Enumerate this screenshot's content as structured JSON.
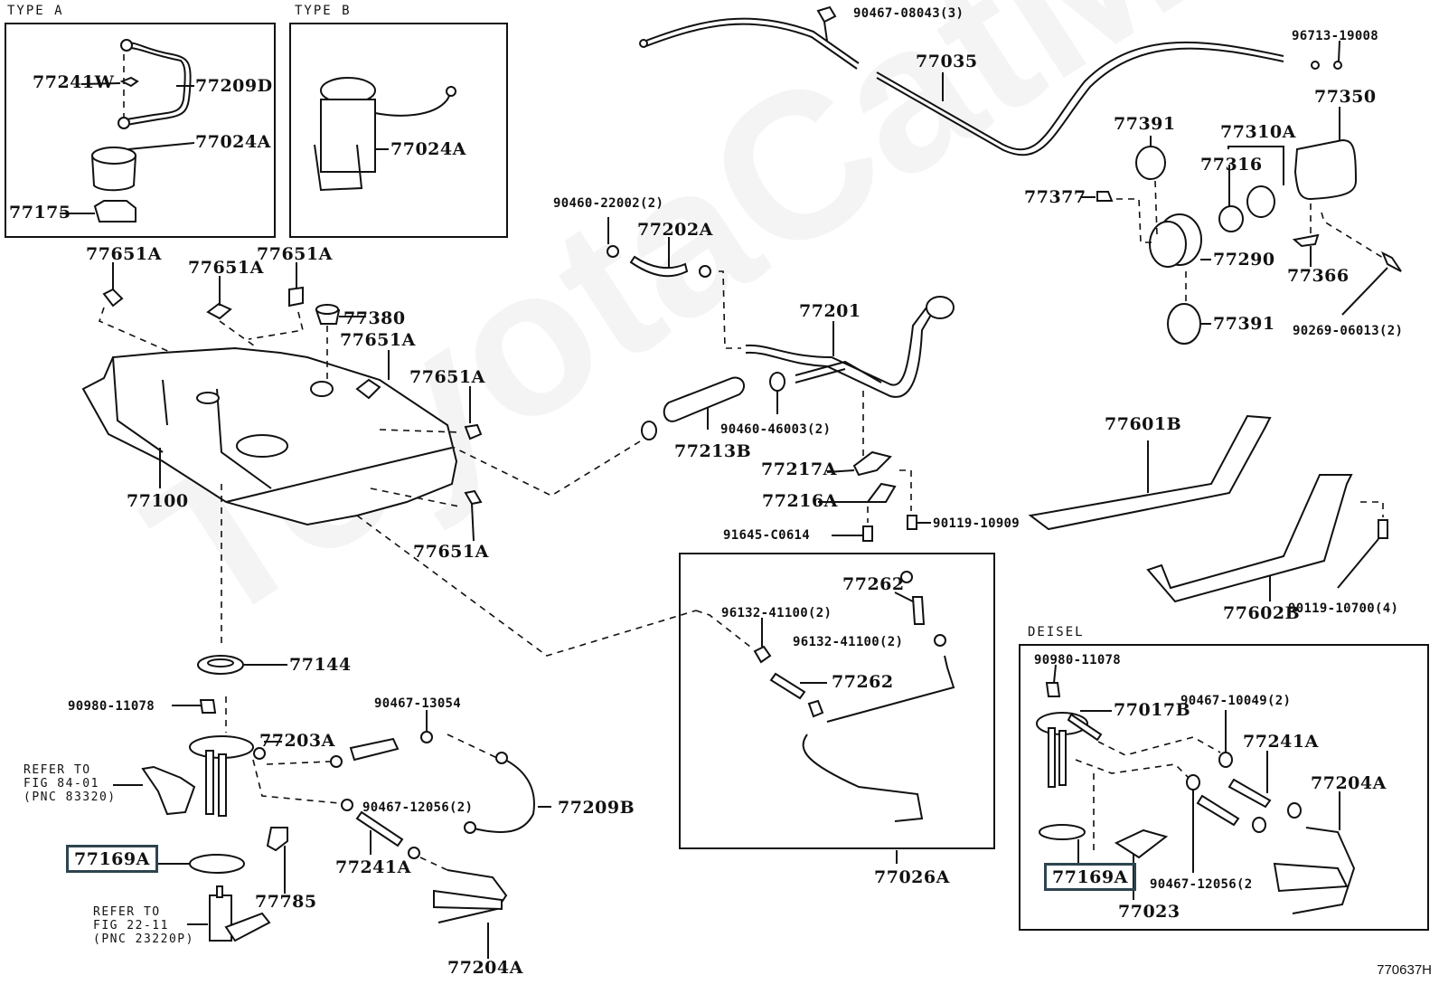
{
  "diagram": {
    "code": "770637H",
    "watermark": "ToyotaCatMine",
    "sections": {
      "type_a": "TYPE A",
      "type_b": "TYPE B",
      "diesel": "DEISEL"
    },
    "highlight_color": "#2e4450",
    "labels": {
      "type_a_77241w": "77241W",
      "type_a_77209d": "77209D",
      "type_a_77024a": "77024A",
      "type_a_77175": "77175",
      "type_b_77024a": "77024A",
      "p90467_08043": "90467-08043(3)",
      "p77035": "77035",
      "p96713_19008": "96713-19008",
      "p77350": "77350",
      "p77391_top": "77391",
      "p77310a": "77310A",
      "p77316": "77316",
      "p77377": "77377",
      "p77290": "77290",
      "p77366": "77366",
      "p77391_bottom": "77391",
      "p90269_06013": "90269-06013(2)",
      "p90460_22002": "90460-22002(2)",
      "p77202a": "77202A",
      "p77201": "77201",
      "p77213b": "77213B",
      "p90460_46003": "90460-46003(2)",
      "p77217a": "77217A",
      "p77216a": "77216A",
      "p91645_c0614": "91645-C0614",
      "p90119_10909": "90119-10909",
      "p77601b": "77601B",
      "p77602b": "77602B",
      "p90119_10700": "90119-10700(4)",
      "p77651a_1": "77651A",
      "p77651a_2": "77651A",
      "p77651a_3": "77651A",
      "p77651a_4": "77651A",
      "p77651a_5": "77651A",
      "p77651a_6": "77651A",
      "p77380": "77380",
      "p77100": "77100",
      "p77144": "77144",
      "p90980_11078": "90980-11078",
      "p77203a": "77203A",
      "refer_84_line1": "REFER TO",
      "refer_84_line2": "FIG 84-01",
      "refer_84_line3": "(PNC 83320)",
      "p77169a": "77169A",
      "p77785": "77785",
      "refer_22_line1": "REFER TO",
      "refer_22_line2": "FIG 22-11",
      "refer_22_line3": "(PNC 23220P)",
      "p90467_13054": "90467-13054",
      "p90467_12056": "90467-12056(2)",
      "p77209b": "77209B",
      "p77241a": "77241A",
      "p77204a": "77204A",
      "p77262_top": "77262",
      "p96132_41100_a": "96132-41100(2)",
      "p96132_41100_b": "96132-41100(2)",
      "p77262_mid": "77262",
      "p77026a": "77026A",
      "d90980_11078": "90980-11078",
      "d77017b": "77017B",
      "d90467_10049": "90467-10049(2)",
      "d77241a": "77241A",
      "d77204a": "77204A",
      "d77169a": "77169A",
      "d77023": "77023",
      "d90467_12056": "90467-12056(2"
    }
  }
}
